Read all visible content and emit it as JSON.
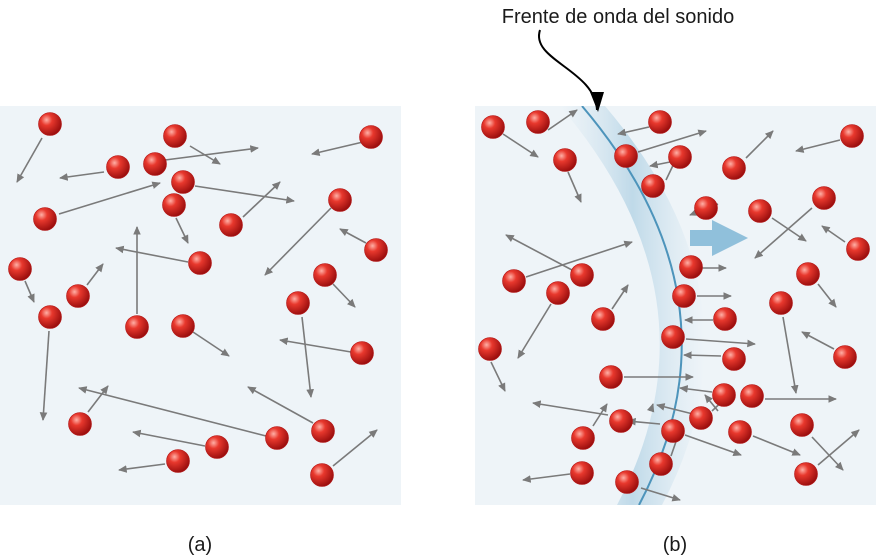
{
  "annotation": {
    "text": "Frente de onda del sonido"
  },
  "panels": [
    {
      "id": "a",
      "caption": "(a)",
      "state": "random molecular motion, no wave"
    },
    {
      "id": "b",
      "caption": "(b)",
      "state": "sound wavefront compressing molecules"
    }
  ],
  "colors": {
    "box_background": "#eef4f8",
    "molecule": "#d42a2a",
    "arrow": "#7a7a7a",
    "wavefront": "#4d94bb"
  },
  "icons": [
    "molecule",
    "velocity-arrow",
    "wavefront-arc",
    "propagation-arrow",
    "leader-line"
  ]
}
